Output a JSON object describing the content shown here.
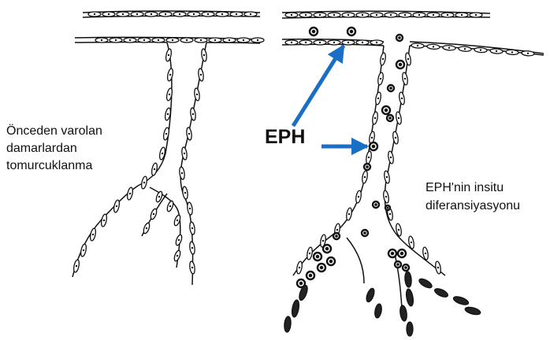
{
  "labels": {
    "left_panel": [
      "Önceden varolan",
      "damarlardan",
      "tomurcuklanma"
    ],
    "eph": "EPH",
    "right_panel": [
      "EPH'nin insitu",
      "diferansiyasyonu"
    ]
  },
  "colors": {
    "arrow": "#1a6fc4",
    "ink": "#111111",
    "background": "#ffffff"
  }
}
